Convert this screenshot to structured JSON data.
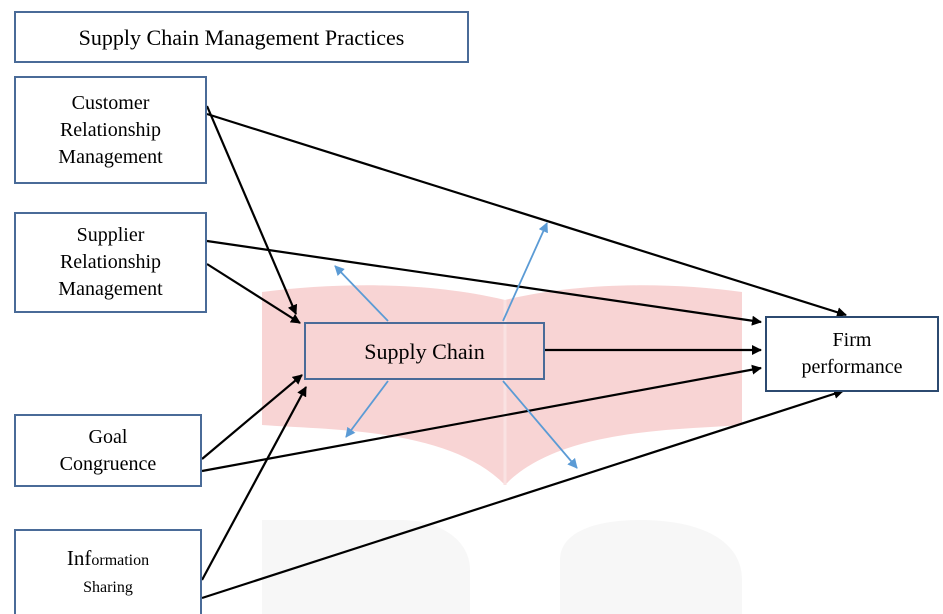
{
  "title": "Supply Chain Management Practices",
  "nodes": {
    "customer_relationship": [
      "Customer",
      "Relationship",
      "Management"
    ],
    "supplier_relationship": [
      "Supplier",
      "Relationship",
      "Management"
    ],
    "supply_chain": "Supply Chain",
    "goal_congruence": [
      "Goal",
      "Congruence"
    ],
    "information_sharing": {
      "prefix": "Inf",
      "rest": "ormation",
      "line2": "Sharing"
    },
    "firm_performance": [
      "Firm",
      "performance"
    ]
  },
  "colors": {
    "box_border": "#4a6b98",
    "arrow": "#000000",
    "outward_arrow": "#5b9bd5",
    "watermark": "#f4b8b8"
  }
}
